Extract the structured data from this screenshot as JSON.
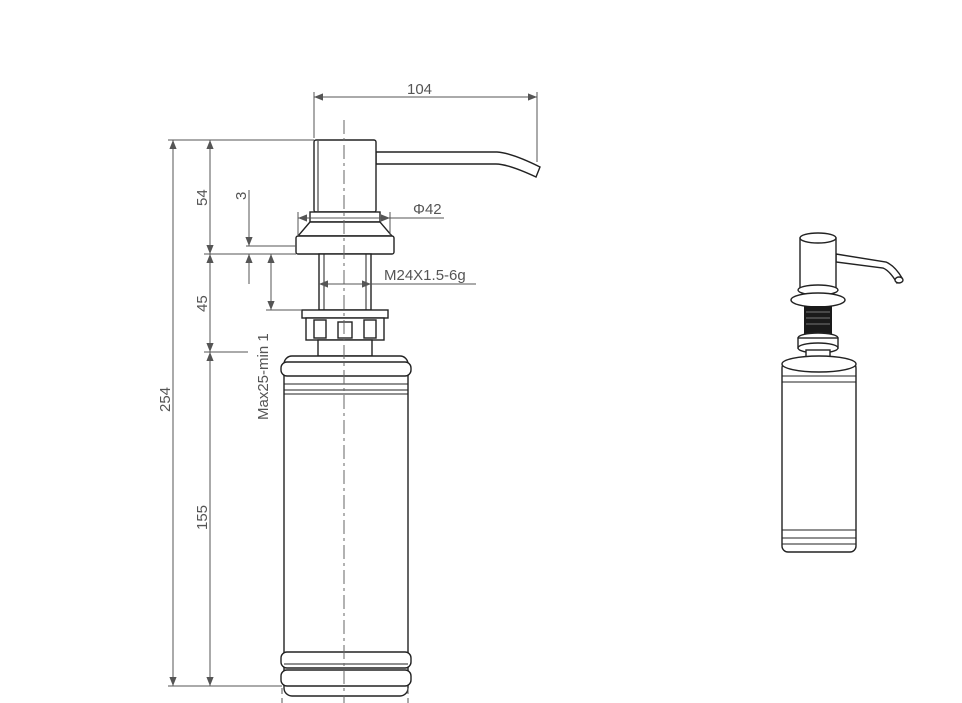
{
  "dimensions": {
    "spout_reach": "104",
    "total_height": "254",
    "head_height": "54",
    "flange_thickness": "3",
    "thread_length": "45",
    "bottle_height": "155",
    "mount_range": "Max25-min 1",
    "flange_diameter": "Φ42",
    "thread_spec": "M24X1.5-6g"
  },
  "colors": {
    "line": "#222222",
    "dimension": "#555555",
    "background": "#ffffff"
  }
}
